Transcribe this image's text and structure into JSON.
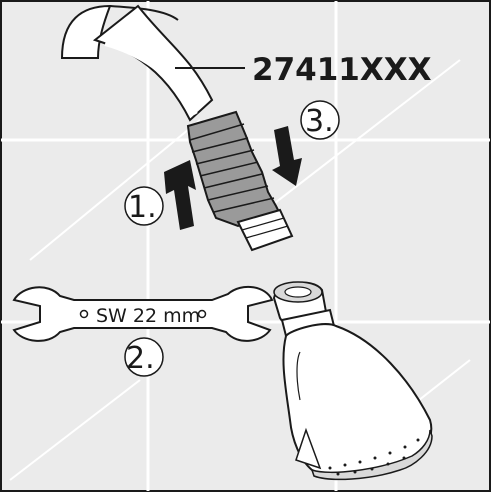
{
  "diagram": {
    "part_number": "27411XXX",
    "wrench_size": "SW 22 mm",
    "steps": [
      "1.",
      "2.",
      "3."
    ]
  },
  "colors": {
    "background": "#ebebeb",
    "tile_line": "#ffffff",
    "outline": "#1a1a1a",
    "hose_grey": "#9a9a9a",
    "white_part": "#ffffff",
    "light_grey": "#d9d9d9"
  },
  "icons": [
    "shower-arm-icon",
    "adapter-icon",
    "wrench-icon",
    "shower-head-icon",
    "arrow-up-icon",
    "arrow-down-icon"
  ]
}
